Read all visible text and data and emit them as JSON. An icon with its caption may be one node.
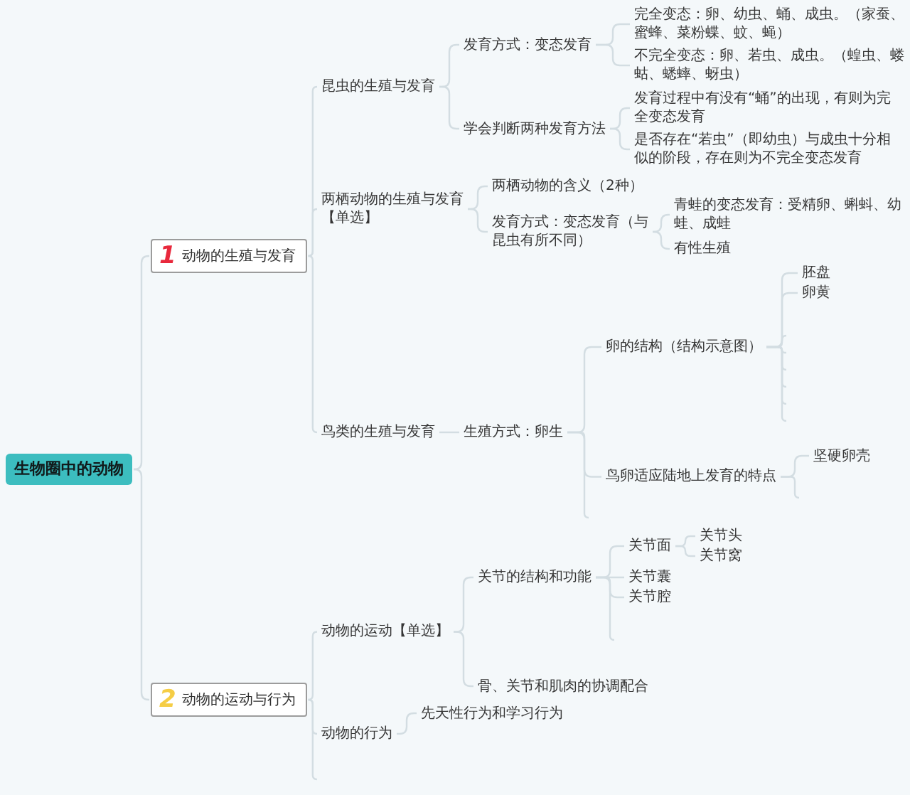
{
  "diagram": {
    "nodes": [
      {
        "text": [
          "生物圈中的动物"
        ]
      },
      {
        "text": [
          "1",
          "动物的生殖与发育"
        ]
      },
      {
        "text": [
          "昆虫的生殖与发育"
        ]
      },
      {
        "text": [
          "发育方式：变态发育"
        ]
      },
      {
        "text": [
          "完全变态：卵、幼虫、蛹、成虫。（家蚕、蜜蜂、菜粉蝶、蚊、蝇）"
        ]
      },
      {
        "text": [
          "不完全变态：卵、若虫、成虫。（蝗虫、蝼蛄、蟋蟀、蚜虫）"
        ]
      },
      {
        "text": [
          "学会判断两种发育方法"
        ]
      },
      {
        "text": [
          "发育过程中有没有“蛹”的出现，有则为完全变态发育"
        ]
      },
      {
        "text": [
          "是否存在“若虫”（即幼虫）与成虫十分相似的阶段，存在则为不完全变态发育"
        ]
      },
      {
        "text": [
          "两栖动物的生殖与发育【单选】"
        ]
      },
      {
        "text": [
          "两栖动物的含义（2种）"
        ]
      },
      {
        "text": [
          "发育方式：变态发育（与昆虫有所不同）"
        ]
      },
      {
        "text": [
          "青蛙的变态发育：受精卵、蝌蚪、幼蛙、成蛙"
        ]
      },
      {
        "text": [
          "有性生殖"
        ]
      },
      {
        "text": [
          "鸟类的生殖与发育"
        ]
      },
      {
        "text": [
          "生殖方式：卵生"
        ]
      },
      {
        "text": [
          "卵的结构（结构示意图）"
        ]
      },
      {
        "text": [
          "胚盘"
        ]
      },
      {
        "text": [
          "卵黄"
        ]
      },
      {
        "text": [
          "鸟卵适应陆地上发育的特点"
        ]
      },
      {
        "text": [
          "坚硬卵壳"
        ]
      },
      {
        "text": [
          "2",
          "动物的运动与行为"
        ]
      },
      {
        "text": [
          "动物的运动【单选】"
        ]
      },
      {
        "text": [
          "关节的结构和功能"
        ]
      },
      {
        "text": [
          "关节面"
        ]
      },
      {
        "text": [
          "关节头"
        ]
      },
      {
        "text": [
          "关节窝"
        ]
      },
      {
        "text": [
          "关节囊"
        ]
      },
      {
        "text": [
          "关节腔"
        ]
      },
      {
        "text": [
          "骨、关节和肌肉的协调配合"
        ]
      },
      {
        "text": [
          "动物的行为"
        ]
      },
      {
        "text": [
          "先天性行为和学习行为"
        ]
      }
    ],
    "edges": [
      {
        "from": 0,
        "to": 1,
        "arrow": "none"
      },
      {
        "from": 0,
        "to": 21,
        "arrow": "none"
      },
      {
        "from": 1,
        "to": 2,
        "arrow": "none"
      },
      {
        "from": 1,
        "to": 9,
        "arrow": "none"
      },
      {
        "from": 1,
        "to": 14,
        "arrow": "none"
      },
      {
        "from": 2,
        "to": 3,
        "arrow": "none"
      },
      {
        "from": 2,
        "to": 6,
        "arrow": "none"
      },
      {
        "from": 3,
        "to": 4,
        "arrow": "none"
      },
      {
        "from": 3,
        "to": 5,
        "arrow": "none"
      },
      {
        "from": 6,
        "to": 7,
        "arrow": "none"
      },
      {
        "from": 6,
        "to": 8,
        "arrow": "none"
      },
      {
        "from": 9,
        "to": 10,
        "arrow": "none"
      },
      {
        "from": 9,
        "to": 11,
        "arrow": "none"
      },
      {
        "from": 11,
        "to": 12,
        "arrow": "none"
      },
      {
        "from": 11,
        "to": 13,
        "arrow": "none"
      },
      {
        "from": 14,
        "to": 15,
        "arrow": "none"
      },
      {
        "from": 15,
        "to": 16,
        "arrow": "none"
      },
      {
        "from": 15,
        "to": 19,
        "arrow": "none"
      },
      {
        "from": 15,
        "to": null,
        "arrow": "none"
      },
      {
        "from": 16,
        "to": 17,
        "arrow": "none"
      },
      {
        "from": 16,
        "to": 18,
        "arrow": "none"
      },
      {
        "from": 16,
        "to": null,
        "arrow": "none"
      },
      {
        "from": 16,
        "to": null,
        "arrow": "none"
      },
      {
        "from": 16,
        "to": null,
        "arrow": "none"
      },
      {
        "from": 16,
        "to": null,
        "arrow": "none"
      },
      {
        "from": 16,
        "to": null,
        "arrow": "none"
      },
      {
        "from": 16,
        "to": null,
        "arrow": "none"
      },
      {
        "from": 19,
        "to": 20,
        "arrow": "none"
      },
      {
        "from": 19,
        "to": null,
        "arrow": "none"
      },
      {
        "from": 21,
        "to": 22,
        "arrow": "none"
      },
      {
        "from": 21,
        "to": 30,
        "arrow": "none"
      },
      {
        "from": 21,
        "to": null,
        "arrow": "none"
      },
      {
        "from": 22,
        "to": 23,
        "arrow": "none"
      },
      {
        "from": 22,
        "to": 29,
        "arrow": "none"
      },
      {
        "from": 23,
        "to": 24,
        "arrow": "none"
      },
      {
        "from": 23,
        "to": 27,
        "arrow": "none"
      },
      {
        "from": 23,
        "to": 28,
        "arrow": "none"
      },
      {
        "from": 23,
        "to": null,
        "arrow": "none"
      },
      {
        "from": 24,
        "to": 25,
        "arrow": "none"
      },
      {
        "from": 24,
        "to": 26,
        "arrow": "none"
      },
      {
        "from": 30,
        "to": 31,
        "arrow": "none"
      }
    ]
  }
}
